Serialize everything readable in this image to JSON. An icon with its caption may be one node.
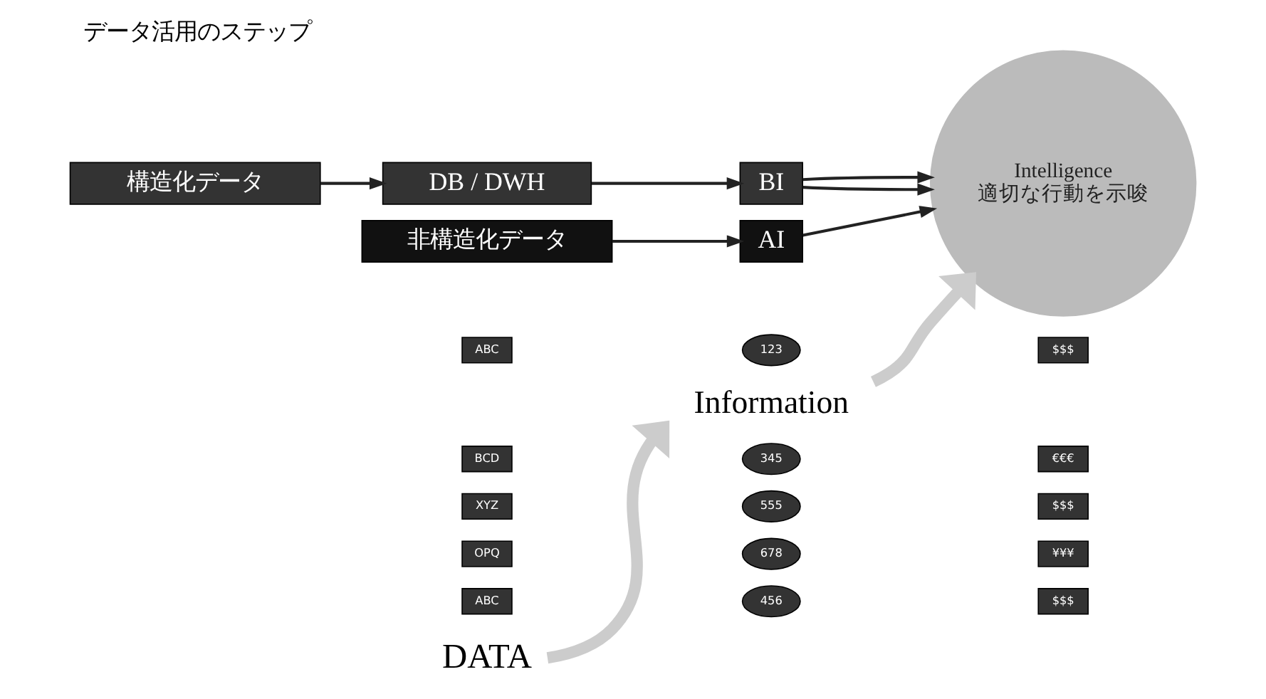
{
  "diagram": {
    "title": "データ活用のステップ",
    "nodes": [
      {
        "text": [
          "DATA"
        ]
      },
      {
        "text": [
          "Information"
        ]
      },
      {
        "text": [
          "ABC"
        ]
      },
      {
        "text": [
          "123"
        ]
      },
      {
        "text": [
          "$$$"
        ]
      },
      {
        "text": [
          "BCD"
        ]
      },
      {
        "text": [
          "345"
        ]
      },
      {
        "text": [
          "€€€"
        ]
      },
      {
        "text": [
          "XYZ"
        ]
      },
      {
        "text": [
          "555"
        ]
      },
      {
        "text": [
          "$$$"
        ]
      },
      {
        "text": [
          "OPQ"
        ]
      },
      {
        "text": [
          "678"
        ]
      },
      {
        "text": [
          "¥¥¥"
        ]
      },
      {
        "text": [
          "ABC"
        ]
      },
      {
        "text": [
          "456"
        ]
      },
      {
        "text": [
          "$$$"
        ]
      },
      {
        "text": [
          "DB / DWH"
        ]
      },
      {
        "text": [
          "Intelligence",
          "適切な行動を示唆"
        ]
      },
      {
        "text": [
          "BI"
        ]
      },
      {
        "text": [
          "AI"
        ]
      },
      {
        "text": [
          "構造化データ"
        ]
      },
      {
        "text": [
          "非構造化データ"
        ]
      }
    ],
    "edges": [
      {
        "from": 0,
        "to": 1,
        "arrow": "to",
        "style": "thick",
        "color": "#cccccc"
      },
      {
        "from": 1,
        "to": 18,
        "arrow": "to",
        "style": "thick",
        "color": "#cccccc"
      },
      {
        "from": 21,
        "to": 17,
        "arrow": "to"
      },
      {
        "from": 17,
        "to": 19,
        "arrow": "to"
      },
      {
        "from": 19,
        "to": 18,
        "arrow": "to"
      },
      {
        "from": 19,
        "to": 18,
        "arrow": "to"
      },
      {
        "from": 20,
        "to": 18,
        "arrow": "to"
      },
      {
        "from": 22,
        "to": 20,
        "arrow": "to"
      }
    ]
  }
}
